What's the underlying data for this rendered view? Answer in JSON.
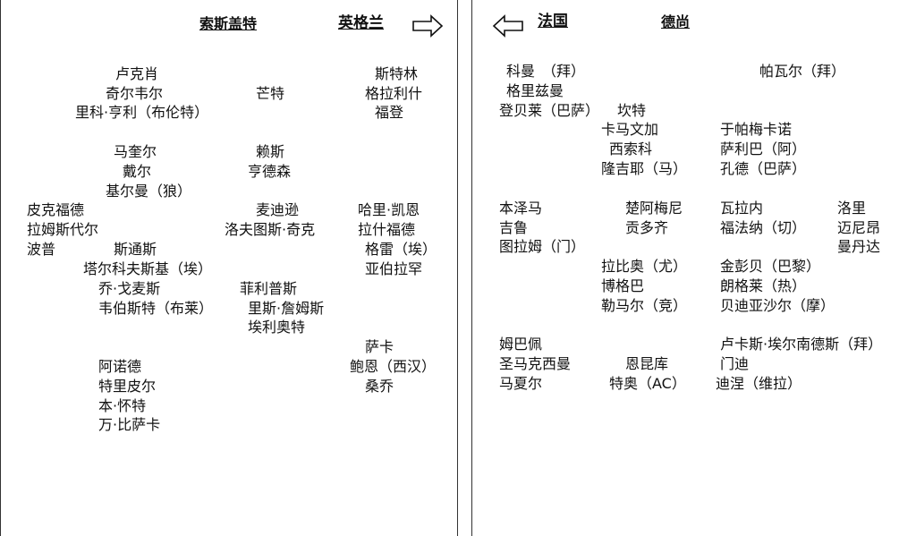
{
  "left": {
    "header_sub": "索斯盖特",
    "header_main": "英格兰",
    "names": [
      "卢克肖",
      "奇尔韦尔",
      "里科·亨利（布伦特）",
      "芒特",
      "斯特林",
      "格拉利什",
      "福登",
      "马奎尔",
      "戴尔",
      "基尔曼（狼）",
      "赖斯",
      "亨德森",
      "皮克福德",
      "拉姆斯代尔",
      "波普",
      "斯通斯",
      "塔尔科夫斯基（埃）",
      "乔·戈麦斯",
      "韦伯斯特（布莱）",
      "麦迪逊",
      "洛夫图斯·奇克",
      "菲利普斯",
      "里斯·詹姆斯",
      "埃利奥特",
      "哈里·凯恩",
      "拉什福德",
      "格雷（埃）",
      "亚伯拉罕",
      "阿诺德",
      "特里皮尔",
      "本·怀特",
      "万·比萨卡",
      "萨卡",
      "鲍恩（西汉）",
      "桑乔"
    ]
  },
  "right": {
    "header_main": "法国",
    "header_sub": "德尚",
    "names": [
      "科曼　（拜）",
      "格里兹曼",
      "登贝莱（巴萨）",
      "坎特",
      "卡马文加",
      "西索科",
      "隆吉耶（马）",
      "帕瓦尔（拜）",
      "于帕梅卡诺",
      "萨利巴（阿）",
      "孔德（巴萨）",
      "本泽马",
      "吉鲁",
      "图拉姆（门）",
      "楚阿梅尼",
      "贡多齐",
      "瓦拉内",
      "福法纳（切）",
      "洛里",
      "迈尼昂",
      "曼丹达",
      "拉比奥（尤）",
      "博格巴",
      "勒马尔（竞）",
      "金彭贝（巴黎）",
      "朗格莱（热）",
      "贝迪亚沙尔（摩）",
      "姆巴佩",
      "圣马克西曼",
      "马夏尔",
      "恩昆库",
      "特奥（AC）",
      "卢卡斯·埃尔南德斯（拜）",
      "门迪",
      "迪涅（维拉）"
    ]
  }
}
